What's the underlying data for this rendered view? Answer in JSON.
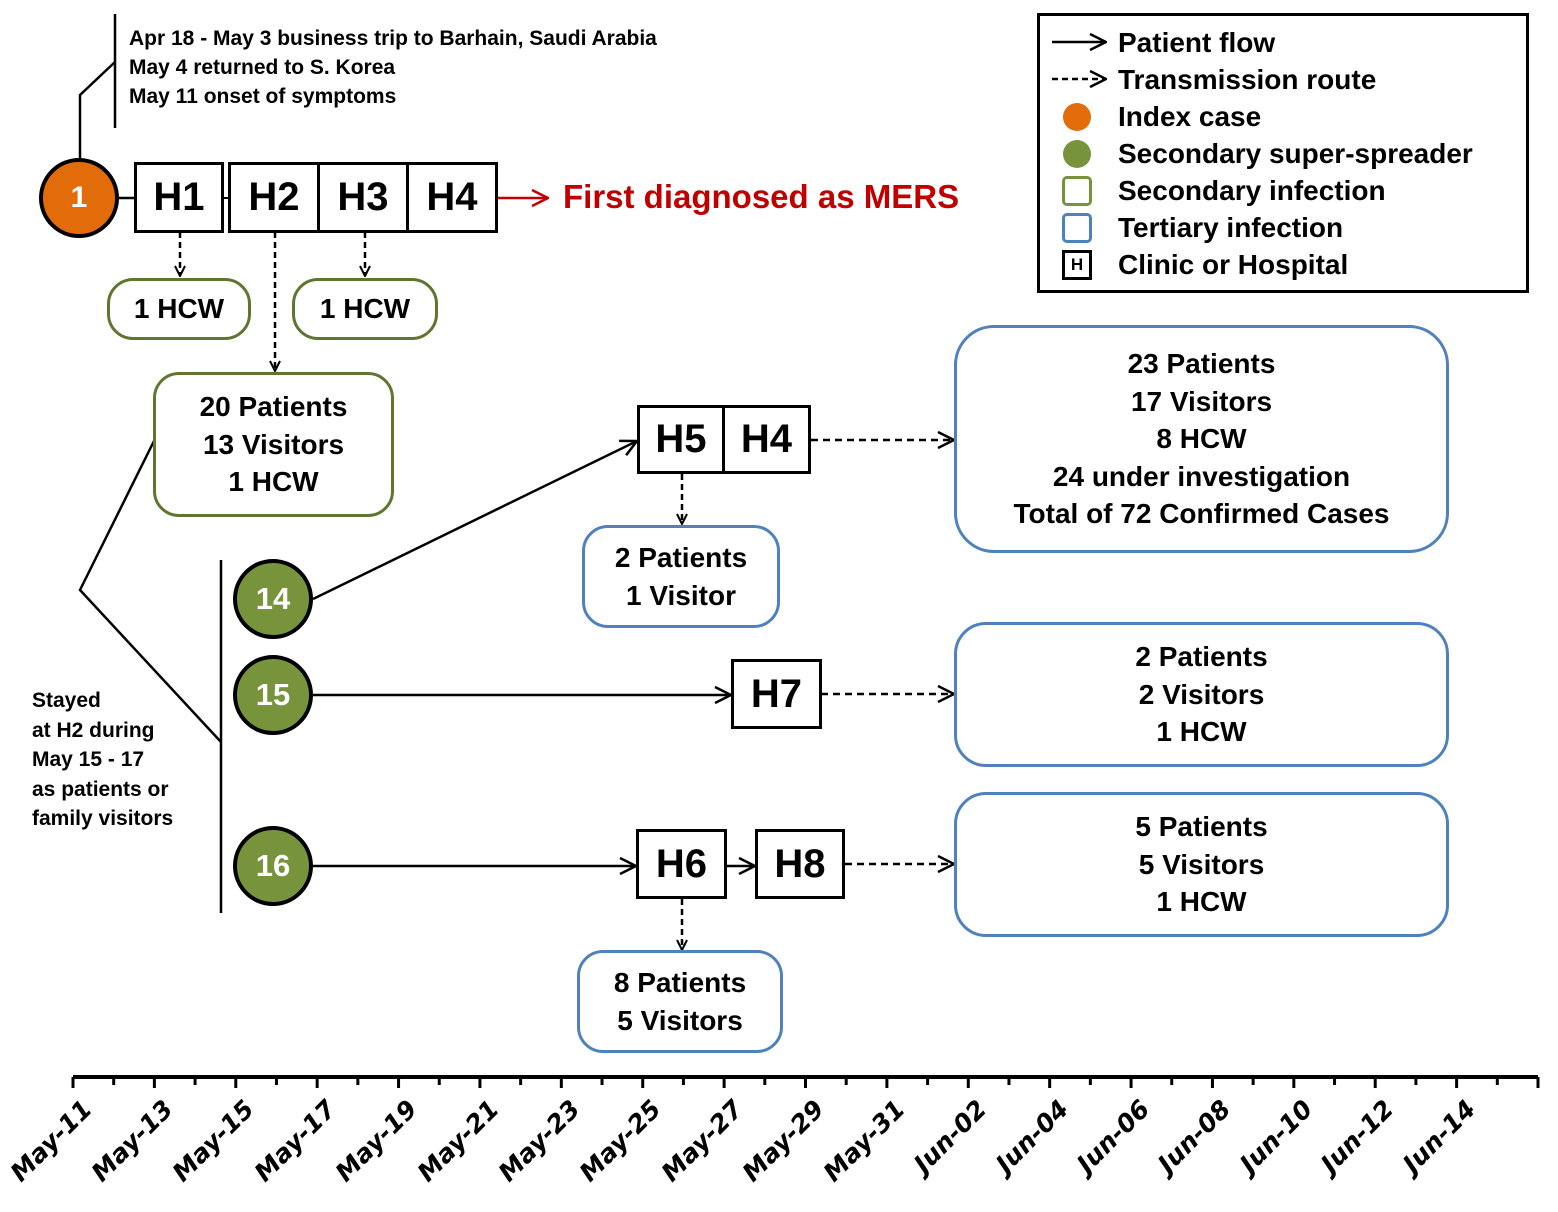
{
  "title": "MERS transmission timeline from index case",
  "colors": {
    "index_case": "#E36C0A",
    "super_spreader": "#77933C",
    "secondary_border": "#5F7530",
    "tertiary_border": "#4F81BD",
    "diagnosis_text": "#C00000"
  },
  "index_notes": [
    "Apr 18 - May 3 business trip to Barhain, Saudi Arabia",
    "May 4 returned to S. Korea",
    "May 11 onset of symptoms"
  ],
  "index_case": {
    "id": "1"
  },
  "first_row_hospitals": [
    "H1",
    "H2",
    "H3",
    "H4"
  ],
  "diagnosis_label": "First diagnosed as MERS",
  "secondary_boxes": {
    "h1_hcw": [
      "1 HCW"
    ],
    "h3_hcw": [
      "1 HCW"
    ],
    "h2_cases": [
      "20 Patients",
      "13 Visitors",
      "1 HCW"
    ]
  },
  "super_spreaders": [
    {
      "id": "14",
      "hospitals": [
        "H5",
        "H4"
      ]
    },
    {
      "id": "15",
      "hospitals": [
        "H7"
      ]
    },
    {
      "id": "16",
      "hospitals": [
        "H6",
        "H8"
      ]
    }
  ],
  "stayed_note": [
    "Stayed",
    "at H2 during",
    "May 15 - 17",
    "as patients or",
    "family visitors"
  ],
  "tertiary_boxes": {
    "h5_local": [
      "2 Patients",
      "1 Visitor"
    ],
    "h4_cases": [
      "23 Patients",
      "17 Visitors",
      "8 HCW",
      "24 under investigation",
      "Total of 72 Confirmed Cases"
    ],
    "h7_cases": [
      "2 Patients",
      "2 Visitors",
      "1 HCW"
    ],
    "h8_cases": [
      "5 Patients",
      "5 Visitors",
      "1 HCW"
    ],
    "h6_local": [
      "8 Patients",
      "5 Visitors"
    ]
  },
  "legend": [
    {
      "symbol": "solid-arrow",
      "label": "Patient flow"
    },
    {
      "symbol": "dashed-arrow",
      "label": "Transmission route"
    },
    {
      "symbol": "orange-dot",
      "label": "Index case"
    },
    {
      "symbol": "green-dot",
      "label": "Secondary super-spreader"
    },
    {
      "symbol": "green-square",
      "label": "Secondary infection"
    },
    {
      "symbol": "blue-square",
      "label": "Tertiary infection"
    },
    {
      "symbol": "h-box",
      "label": "Clinic or Hospital",
      "glyph": "H"
    }
  ],
  "timeline": {
    "start": "May-11",
    "end": "Jun-16",
    "tick_interval_days": 1,
    "labels": [
      "May-11",
      "May-13",
      "May-15",
      "May-17",
      "May-19",
      "May-21",
      "May-23",
      "May-25",
      "May-27",
      "May-29",
      "May-31",
      "Jun-02",
      "Jun-04",
      "Jun-06",
      "Jun-08",
      "Jun-10",
      "Jun-12",
      "Jun-14"
    ]
  }
}
